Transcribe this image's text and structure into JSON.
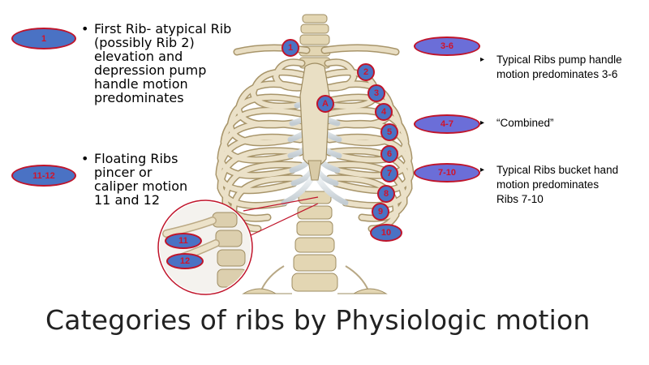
{
  "slide_title": "Categories of ribs by Physiologic motion",
  "left_notes": [
    {
      "tag": "1",
      "text": "First Rib- atypical Rib\n(possibly Rib 2)\nelevation and\ndepression pump\nhandle motion\npredominates"
    },
    {
      "tag": "11-12",
      "text": "Floating Ribs\npincer or\ncaliper motion\n11 and 12"
    }
  ],
  "right_notes": [
    {
      "tag": "3-6",
      "text": "Typical Ribs  pump handle\nmotion predominates 3-6"
    },
    {
      "tag": "4-7",
      "text": "“Combined”"
    },
    {
      "tag": "7-10",
      "text": " Typical Ribs bucket hand\nmotion predominates\nRibs 7-10"
    }
  ],
  "rib_markers": [
    "1",
    "2",
    "3",
    "4",
    "5",
    "6",
    "7",
    "8",
    "9",
    "10"
  ],
  "sternal_marker": "A",
  "inset_markers": [
    "11",
    "12"
  ],
  "colors": {
    "marker_fill": "#4a72c4",
    "marker_border": "#c0142a",
    "marker_text": "#d0142a",
    "bone": "#e7dcc0",
    "bone_shadow": "#b9a77c",
    "cartilage": "#d6dde2"
  }
}
